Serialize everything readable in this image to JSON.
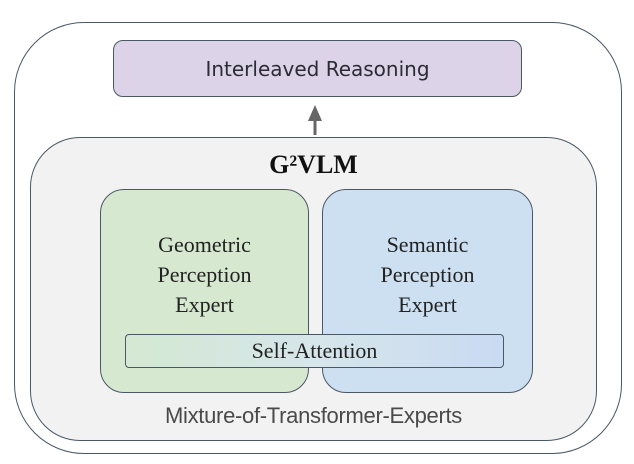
{
  "top_block": {
    "label": "Interleaved Reasoning"
  },
  "arrow": {
    "icon": "arrow-up-icon",
    "color": "#666666"
  },
  "model": {
    "title": "G²VLM",
    "experts": [
      {
        "lines": [
          "Geometric",
          "Perception",
          "Expert"
        ],
        "color": "#d7e8d1"
      },
      {
        "lines": [
          "Semantic",
          "Perception",
          "Expert"
        ],
        "color": "#cde0f2"
      }
    ],
    "shared_layer": "Self-Attention",
    "caption": "Mixture-of-Transformer-Experts"
  },
  "colors": {
    "reasoning_fill": "#dcd3e8",
    "container_fill": "#f2f2f2",
    "border": "#4a5866"
  }
}
